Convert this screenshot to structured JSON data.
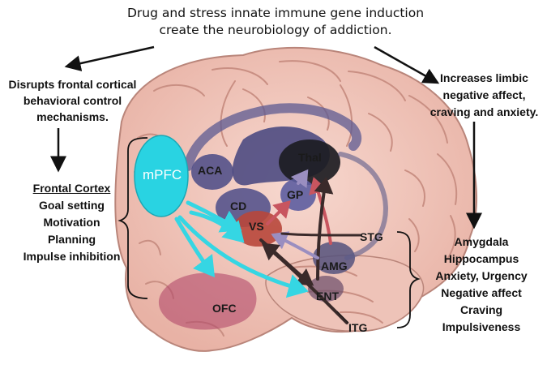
{
  "title_lines": [
    "Drug and stress innate immune gene induction",
    "create the neurobiology of addiction."
  ],
  "left": {
    "lines": [
      "Disrupts frontal cortical",
      "behavioral control",
      "mechanisms."
    ],
    "list_title": "Frontal Cortex",
    "items": [
      "Goal setting",
      "Motivation",
      "Planning",
      "Impulse inhibition"
    ]
  },
  "right": {
    "lines": [
      "Increases limbic",
      "negative affect,",
      "craving and anxiety."
    ],
    "items": [
      "Amygdala",
      "Hippocampus",
      "Anxiety, Urgency",
      "Negative affect",
      "Craving",
      "Impulsiveness"
    ]
  },
  "regions": {
    "mpfc": "mPFC",
    "aca": "ACA",
    "cd": "CD",
    "vs": "VS",
    "gp": "GP",
    "thal": "Thal",
    "stg": "STG",
    "amg": "AMG",
    "ent": "ENT",
    "ofc": "OFC",
    "itg": "ITG"
  },
  "colors": {
    "brain": "#f1c9bf",
    "brain_fold": "#c98f83",
    "mpfc": "#29d3e2",
    "pathway_cyan": "#35d6e3",
    "striatum": "#4a4a86",
    "vs": "#b8473b",
    "ofc": "#b24a6a",
    "arrow_red": "#c8555f",
    "arrow_dark": "#3a2a2a"
  }
}
